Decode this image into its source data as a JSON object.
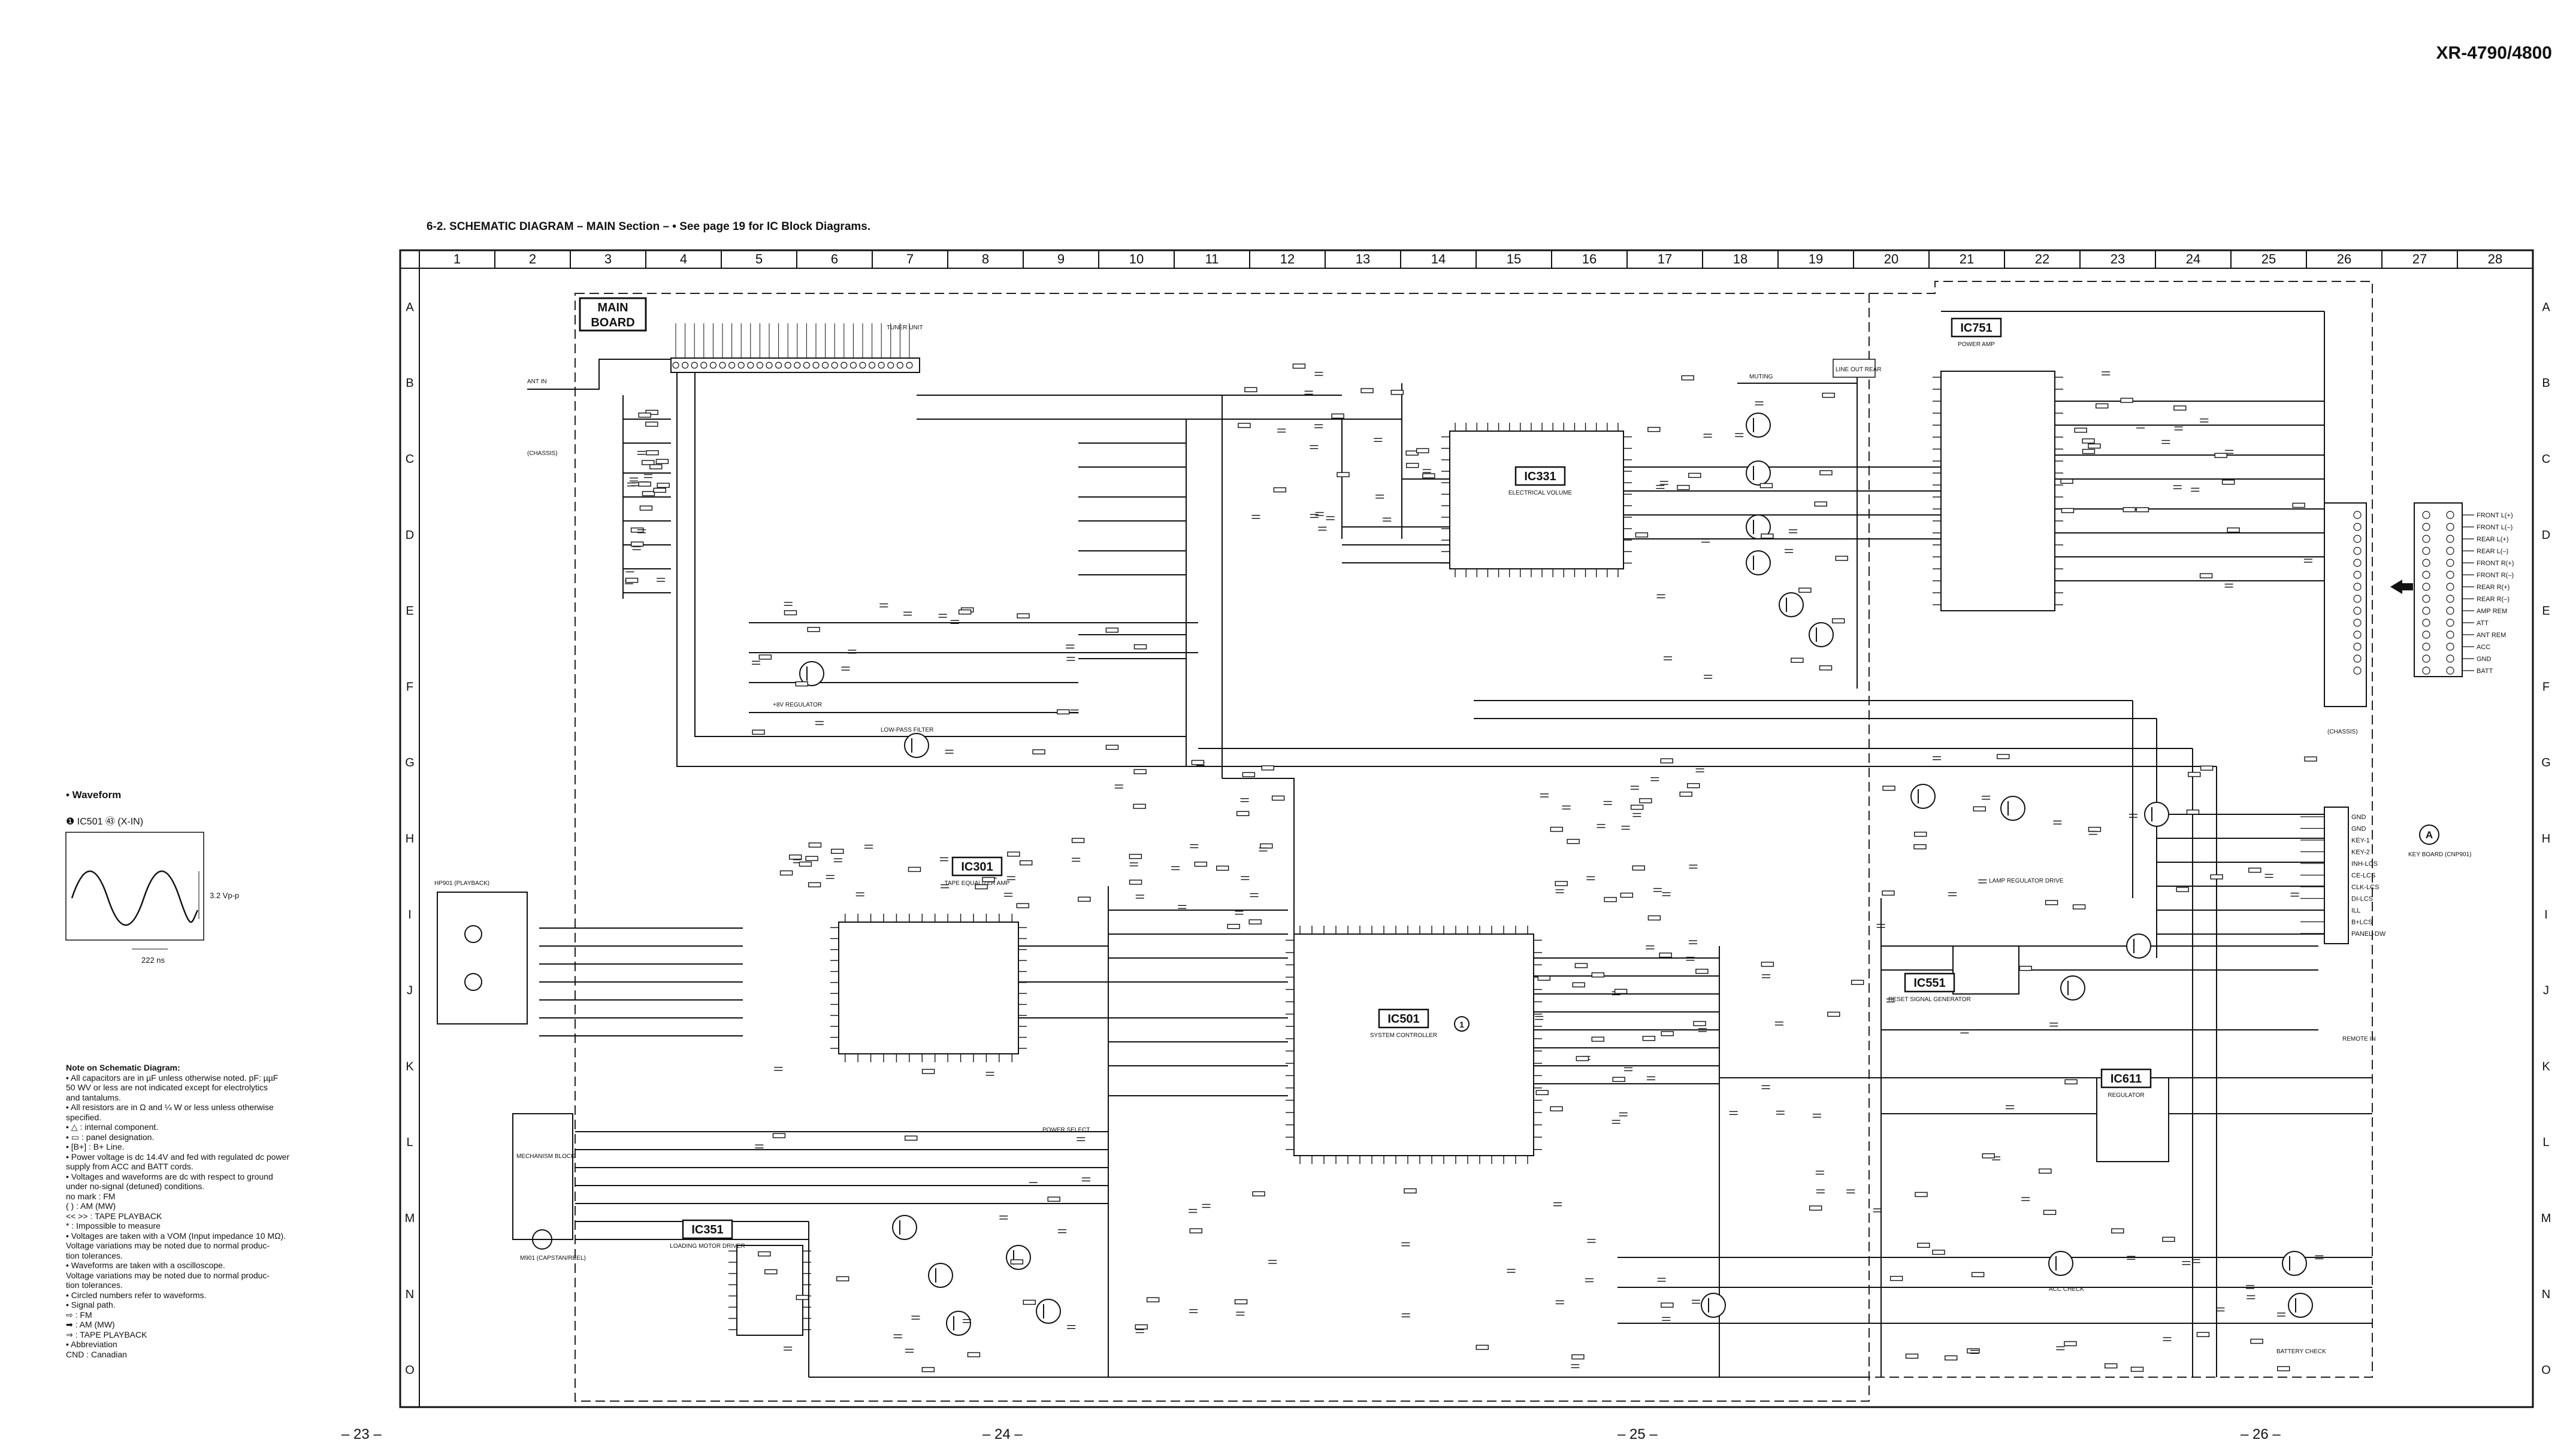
{
  "model": "XR-4790/4800",
  "title": "6-2.  SCHEMATIC DIAGRAM  – MAIN Section –  • See page 19 for IC Block Diagrams.",
  "board_label": [
    "MAIN",
    "BOARD"
  ],
  "col_numbers": [
    "1",
    "2",
    "3",
    "4",
    "5",
    "6",
    "7",
    "8",
    "9",
    "10",
    "11",
    "12",
    "13",
    "14",
    "15",
    "16",
    "17",
    "18",
    "19",
    "20",
    "21",
    "22",
    "23",
    "24",
    "25",
    "26",
    "27",
    "28"
  ],
  "row_letters": [
    "A",
    "B",
    "C",
    "D",
    "E",
    "F",
    "G",
    "H",
    "I",
    "J",
    "K",
    "L",
    "M",
    "N",
    "O"
  ],
  "ics": [
    {
      "id": "ic751",
      "name": "IC751",
      "sub": "POWER AMP"
    },
    {
      "id": "ic331",
      "name": "IC331",
      "sub": "ELECTRICAL VOLUME"
    },
    {
      "id": "ic301",
      "name": "IC301",
      "sub": "TAPE EQUALIZER AMP"
    },
    {
      "id": "ic501",
      "name": "IC501",
      "sub": "SYSTEM CONTROLLER"
    },
    {
      "id": "ic351",
      "name": "IC351",
      "sub": "LOADING MOTOR DRIVER"
    },
    {
      "id": "ic551",
      "name": "IC551",
      "sub": "RESET SIGNAL GENERATOR"
    },
    {
      "id": "ic611",
      "name": "IC611",
      "sub": "REGULATOR"
    }
  ],
  "left_labels": {
    "ant_in": "ANT IN",
    "playback": "HP901 (PLAYBACK)",
    "mechanism": "MECHANISM BLOCK",
    "capstan": "M901 (CAPSTAN/REEL)",
    "chassis": "(CHASSIS)"
  },
  "right_connector": [
    "FRONT L(+)",
    "FRONT L(–)",
    "REAR L(+)",
    "REAR L(–)",
    "FRONT R(+)",
    "FRONT R(–)",
    "REAR R(+)",
    "REAR R(–)",
    "AMP REM",
    "ATT",
    "ANT REM",
    "ACC",
    "GND",
    "BATT"
  ],
  "key_board": {
    "label": "KEY BOARD (CNP901)",
    "circle": "A",
    "pins": [
      "GND",
      "GND",
      "KEY-1",
      "KEY-2",
      "INH-LCS",
      "CE-LCS",
      "CLK-LCS",
      "DI-LCS",
      "ILL",
      "B+LCS",
      "PANEL-DW"
    ]
  },
  "waveform": {
    "title": "• Waveform",
    "ref": "❶ IC501 ㊸ (X-IN)",
    "amp": "3.2 Vp-p",
    "period": "222 ns"
  },
  "notes": [
    "Note on Schematic Diagram:",
    "• All capacitors are in µF unless otherwise noted. pF: µµF",
    "  50 WV or less are not indicated except for electrolytics",
    "  and tantalums.",
    "• All resistors are in Ω and ¼ W or less unless otherwise",
    "  specified.",
    "• △     : internal component.",
    "• ▭     : panel designation.",
    "• [B+]  : B+ Line.",
    "• Power voltage is dc 14.4V and fed with regulated dc power",
    "  supply from ACC and BATT cords.",
    "• Voltages and waveforms are dc with respect to ground",
    "  under no-signal (detuned) conditions.",
    "  no mark : FM",
    "  (      ) : AM (MW)",
    "  <<    >> : TAPE PLAYBACK",
    "  *       : Impossible to measure",
    "• Voltages are taken with a VOM (Input impedance 10 MΩ).",
    "  Voltage variations may be noted due to normal produc-",
    "  tion tolerances.",
    "• Waveforms are taken with a oscilloscope.",
    "  Voltage variations may be noted due to normal produc-",
    "  tion tolerances.",
    "• Circled numbers refer to waveforms.",
    "• Signal path.",
    "  ⇨ : FM",
    "  ➡ : AM (MW)",
    "  ⇒ : TAPE PLAYBACK",
    "• Abbreviation",
    "  CND  : Canadian"
  ],
  "page_numbers": [
    "– 23 –",
    "– 24 –",
    "– 25 –",
    "– 26 –"
  ],
  "misc_labels": {
    "line_out": "LINE OUT REAR",
    "tuner_unit": "TUNER UNIT",
    "low_pass": "LOW-PASS FILTER",
    "regulator_8v": "+8V REGULATOR",
    "power_select": "POWER SELECT",
    "muting": "MUTING",
    "acc_check": "ACC CHECK",
    "battery_check": "BATTERY CHECK",
    "lamp_driver": "LAMP REGULATOR DRIVE",
    "remote_in": "REMOTE IN",
    "chassis2": "(CHASSIS)"
  }
}
